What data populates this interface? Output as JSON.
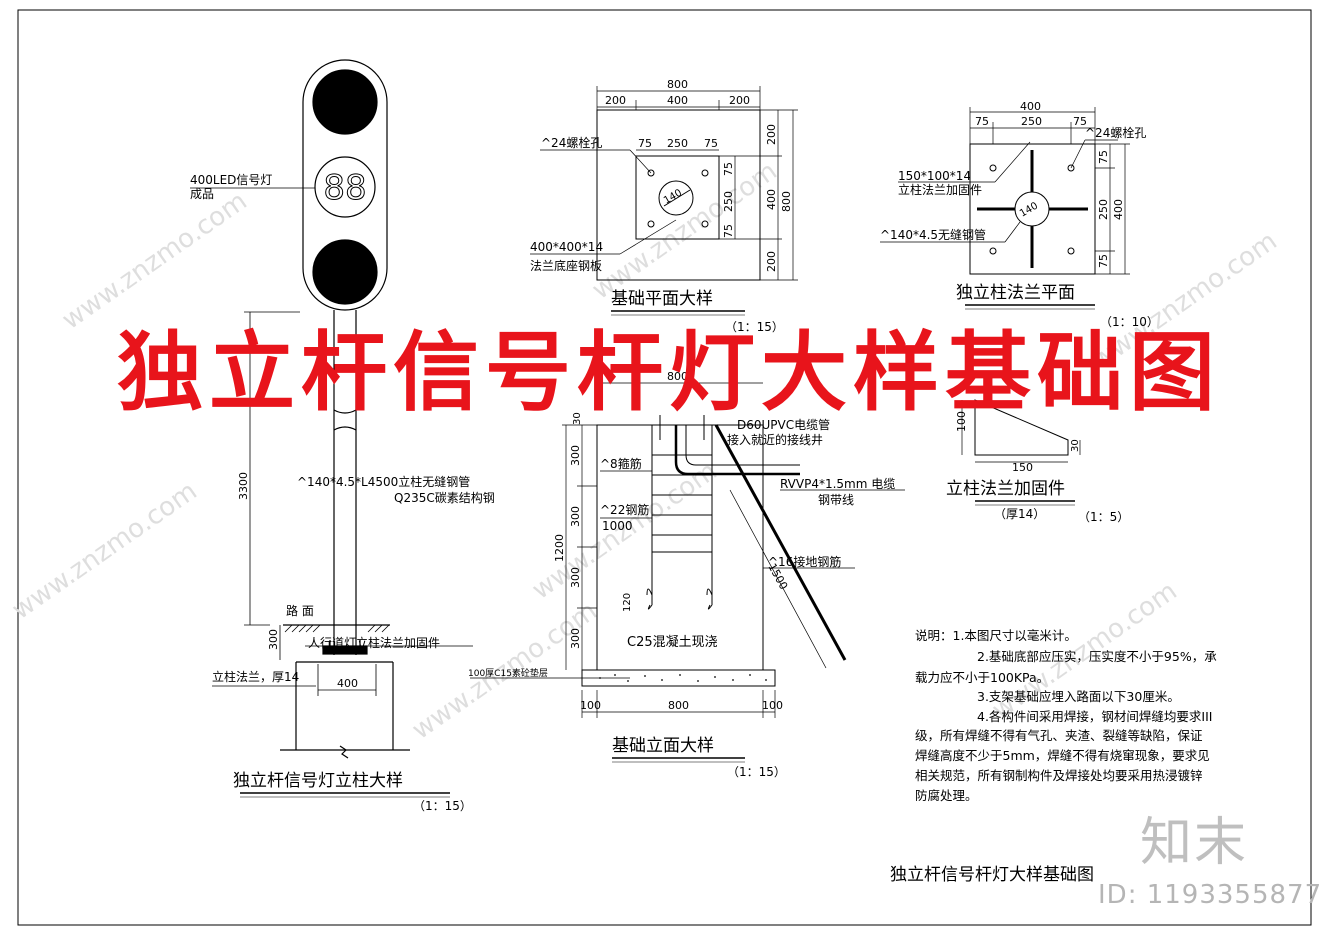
{
  "overlay_title": "独立杆信号杆灯大样基础图",
  "watermark": {
    "site": "www.znzmo.com",
    "logo": "知末",
    "id": "ID: 1193355877"
  },
  "drawing_title": "独立杆信号杆灯大样基础图",
  "pole_detail": {
    "title": "独立杆信号灯立柱大样",
    "scale": "（1：15）",
    "led_label_1": "400LED信号灯",
    "led_label_2": "成品",
    "countdown_digits": "88",
    "pipe_label": "^140*4.5*L4500立柱无缝钢管",
    "steel_label": "Q235C碳素结构钢",
    "road_label": "路  面",
    "sidewalk_label": "人行道灯立柱法兰加固件",
    "flange_label": "立柱法兰，厚14",
    "dim_height": "3300",
    "dim_300": "300",
    "dim_400": "400"
  },
  "base_plan": {
    "title": "基础平面大样",
    "scale": "（1：15）",
    "bolt_label": "^24螺栓孔",
    "plate_label_1": "400*400*14",
    "plate_label_2": "法兰底座钢板",
    "dims_top": [
      "200",
      "400",
      "200"
    ],
    "dim_total": "800",
    "dims_inner": [
      "75",
      "250",
      "75"
    ],
    "dims_right": [
      "200",
      "400",
      "200"
    ],
    "dims_inner_right": [
      "75",
      "250",
      "75"
    ],
    "pipe_dia": "140"
  },
  "flange_plan": {
    "title": "独立柱法兰平面",
    "scale": "（1：10）",
    "dim_top": "400",
    "dims_inner": [
      "75",
      "250",
      "75"
    ],
    "dims_right": [
      "75",
      "250",
      "75"
    ],
    "dim_right_total": "400",
    "bolt_label": "^24螺栓孔",
    "stiffener_label_1": "150*100*14",
    "stiffener_label_2": "立柱法兰加固件",
    "pipe_label": "^140*4.5无缝钢管",
    "pipe_dia": "140"
  },
  "stiffener": {
    "title": "立柱法兰加固件",
    "thickness": "（厚14）",
    "scale": "（1：5）",
    "dim_w": "150",
    "dim_h": "100",
    "dim_small": "30"
  },
  "base_elevation": {
    "title": "基础立面大样",
    "scale": "（1：15）",
    "dim_top": "800",
    "dim_top_side": "30",
    "conduit_label_1": "D60UPVC电缆管",
    "conduit_label_2": "接入就近的接线井",
    "cable_label_1": "RVVP4*1.5mm  电缆",
    "cable_label_2": "钢带线",
    "stirrup_label": "^8箍筋",
    "rebar_label_1": "^22钢筋",
    "rebar_label_2": "1000",
    "ground_label": "^16接地钢筋",
    "ground_len": "1500",
    "concrete_label": "C25混凝土现浇",
    "cushion_label": "100厚C15素砼垫层",
    "dim_hook": "120",
    "dims_left": [
      "300",
      "300",
      "300",
      "300"
    ],
    "dim_height": "1200",
    "dims_bottom": [
      "100",
      "800",
      "100"
    ]
  },
  "notes": {
    "heading": "说明：1.本图尺寸以毫米计。",
    "lines": [
      "2.基础底部应压实，压实度不小于95%，承",
      "载力应不小于100KPa。",
      "3.支架基础应埋入路面以下30厘米。",
      "4.各构件间采用焊接，钢材间焊缝均要求III",
      "级，所有焊缝不得有气孔、夹渣、裂缝等缺陷，保证",
      "焊缝高度不少于5mm，焊缝不得有烧窜现象，要求见",
      "相关规范，所有钢制构件及焊接处均要采用热浸镀锌",
      "防腐处理。"
    ]
  }
}
